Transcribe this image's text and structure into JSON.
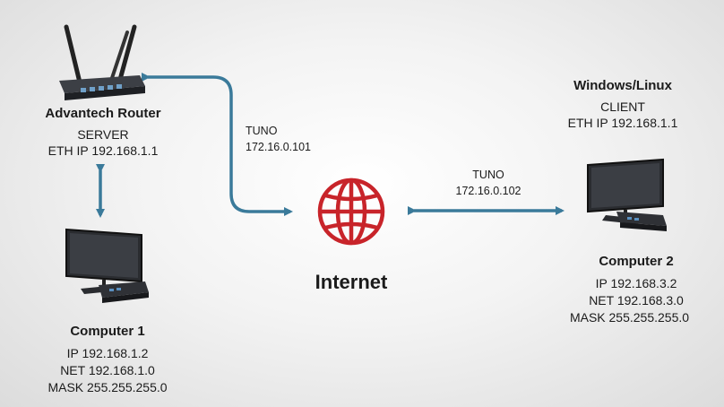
{
  "router": {
    "name": "Advantech Router",
    "role": "SERVER",
    "eth_ip": "ETH IP 192.168.1.1"
  },
  "computer1": {
    "name": "Computer 1",
    "ip": "IP 192.168.1.2",
    "net": "NET 192.168.1.0",
    "mask": "MASK 255.255.255.0"
  },
  "client": {
    "os": "Windows/Linux",
    "role": "CLIENT",
    "eth_ip": "ETH IP 192.168.1.1"
  },
  "computer2": {
    "name": "Computer 2",
    "ip": "IP 192.168.3.2",
    "net": "NET 192.168.3.0",
    "mask": "MASK 255.255.255.0"
  },
  "tunnel_left": {
    "name": "TUNO",
    "ip": "172.16.0.101"
  },
  "tunnel_right": {
    "name": "TUNO",
    "ip": "172.16.0.102"
  },
  "internet": {
    "label": "Internet",
    "icon": "globe-icon",
    "color": "#c8242a"
  }
}
